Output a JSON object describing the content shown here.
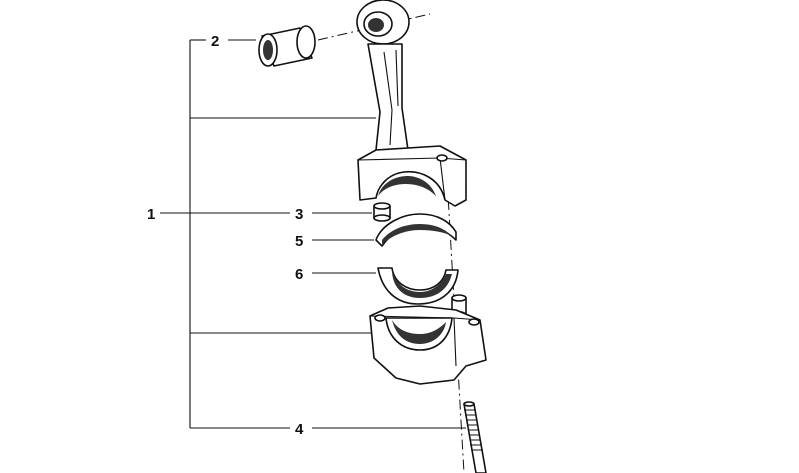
{
  "callouts": {
    "assembly": "1",
    "bushing": "2",
    "dowel_sleeve": "3",
    "bolt": "4",
    "upper_bearing_shell": "5",
    "lower_bearing_shell": "6"
  }
}
